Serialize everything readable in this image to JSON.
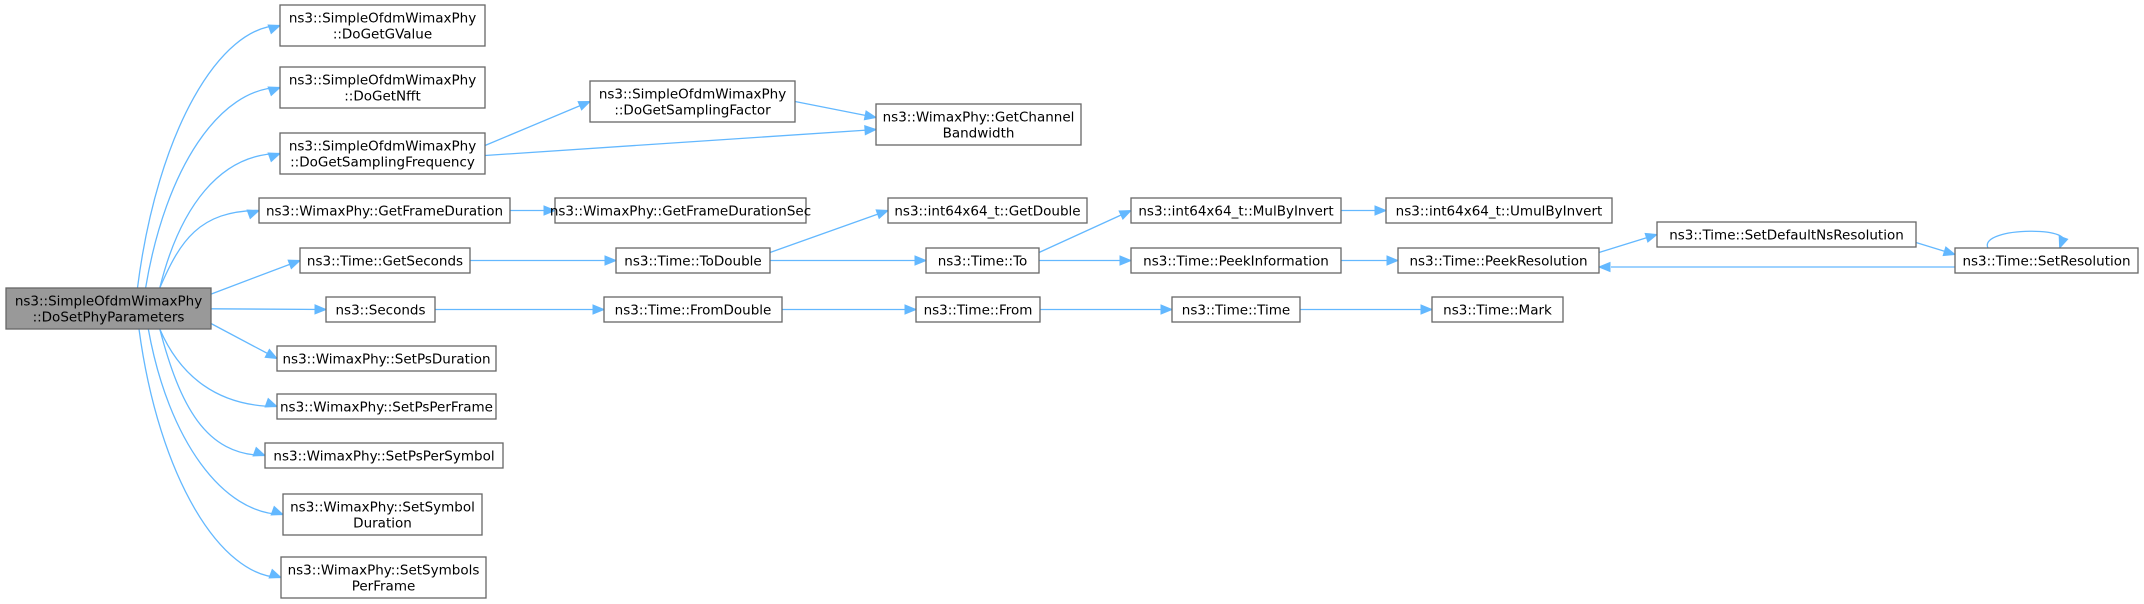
{
  "colors": {
    "edge": "#63b8ff",
    "node_border": "#666666",
    "root_fill": "#999999",
    "node_fill": "#ffffff"
  },
  "nodes": {
    "root": [
      "ns3::SimpleOfdmWimaxPhy",
      "::DoSetPhyParameters"
    ],
    "get_g_value": [
      "ns3::SimpleOfdmWimaxPhy",
      "::DoGetGValue"
    ],
    "get_nfft": [
      "ns3::SimpleOfdmWimaxPhy",
      "::DoGetNfft"
    ],
    "get_sampling_frequency": [
      "ns3::SimpleOfdmWimaxPhy",
      "::DoGetSamplingFrequency"
    ],
    "get_sampling_factor": [
      "ns3::SimpleOfdmWimaxPhy",
      "::DoGetSamplingFactor"
    ],
    "get_channel_bandwidth": [
      "ns3::WimaxPhy::GetChannel",
      "Bandwidth"
    ],
    "get_frame_duration": [
      "ns3::WimaxPhy::GetFrameDuration"
    ],
    "get_frame_duration_sec": [
      "ns3::WimaxPhy::GetFrameDurationSec"
    ],
    "time_get_seconds": [
      "ns3::Time::GetSeconds"
    ],
    "time_to_double": [
      "ns3::Time::ToDouble"
    ],
    "int64_get_double": [
      "ns3::int64x64_t::GetDouble"
    ],
    "time_to": [
      "ns3::Time::To"
    ],
    "int64_mul_by_invert": [
      "ns3::int64x64_t::MulByInvert"
    ],
    "int64_umul_by_invert": [
      "ns3::int64x64_t::UmulByInvert"
    ],
    "time_peek_information": [
      "ns3::Time::PeekInformation"
    ],
    "time_peek_resolution": [
      "ns3::Time::PeekResolution"
    ],
    "time_set_default_ns_resolution": [
      "ns3::Time::SetDefaultNsResolution"
    ],
    "time_set_resolution": [
      "ns3::Time::SetResolution"
    ],
    "seconds": [
      "ns3::Seconds"
    ],
    "time_from_double": [
      "ns3::Time::FromDouble"
    ],
    "time_from": [
      "ns3::Time::From"
    ],
    "time_time": [
      "ns3::Time::Time"
    ],
    "time_mark": [
      "ns3::Time::Mark"
    ],
    "set_ps_duration": [
      "ns3::WimaxPhy::SetPsDuration"
    ],
    "set_ps_per_frame": [
      "ns3::WimaxPhy::SetPsPerFrame"
    ],
    "set_ps_per_symbol": [
      "ns3::WimaxPhy::SetPsPerSymbol"
    ],
    "set_symbol_duration": [
      "ns3::WimaxPhy::SetSymbol",
      "Duration"
    ],
    "set_symbols_per_frame": [
      "ns3::WimaxPhy::SetSymbols",
      "PerFrame"
    ]
  },
  "edges": [
    [
      "root",
      "get_g_value"
    ],
    [
      "root",
      "get_nfft"
    ],
    [
      "root",
      "get_sampling_frequency"
    ],
    [
      "root",
      "get_frame_duration"
    ],
    [
      "root",
      "time_get_seconds"
    ],
    [
      "root",
      "seconds"
    ],
    [
      "root",
      "set_ps_duration"
    ],
    [
      "root",
      "set_ps_per_frame"
    ],
    [
      "root",
      "set_ps_per_symbol"
    ],
    [
      "root",
      "set_symbol_duration"
    ],
    [
      "root",
      "set_symbols_per_frame"
    ],
    [
      "get_sampling_frequency",
      "get_sampling_factor"
    ],
    [
      "get_sampling_frequency",
      "get_channel_bandwidth"
    ],
    [
      "get_sampling_factor",
      "get_channel_bandwidth"
    ],
    [
      "get_frame_duration",
      "get_frame_duration_sec"
    ],
    [
      "time_get_seconds",
      "time_to_double"
    ],
    [
      "time_to_double",
      "int64_get_double"
    ],
    [
      "time_to_double",
      "time_to"
    ],
    [
      "time_to",
      "int64_mul_by_invert"
    ],
    [
      "time_to",
      "time_peek_information"
    ],
    [
      "int64_mul_by_invert",
      "int64_umul_by_invert"
    ],
    [
      "time_peek_information",
      "time_peek_resolution"
    ],
    [
      "time_peek_resolution",
      "time_set_default_ns_resolution"
    ],
    [
      "time_set_default_ns_resolution",
      "time_set_resolution"
    ],
    [
      "time_set_resolution",
      "time_peek_resolution"
    ],
    [
      "time_set_resolution",
      "time_set_resolution"
    ],
    [
      "seconds",
      "time_from_double"
    ],
    [
      "time_from_double",
      "time_from"
    ],
    [
      "time_from",
      "time_time"
    ],
    [
      "time_time",
      "time_mark"
    ]
  ]
}
